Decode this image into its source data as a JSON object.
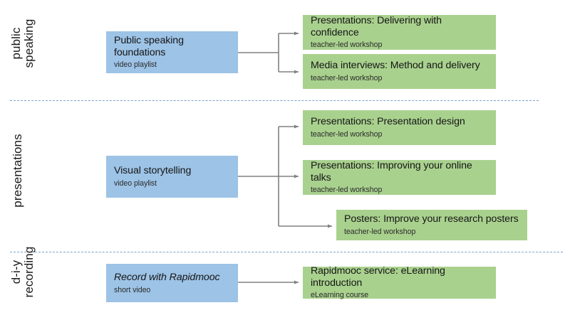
{
  "diagram": {
    "title_text": "",
    "colors": {
      "source_node": "#9dc3e6",
      "target_node": "#a9d18e",
      "divider": "#7da2d0",
      "connector": "#808080",
      "text": "#161616",
      "background": "#ffffff"
    },
    "sections": [
      {
        "id": "public-speaking",
        "label_lines": [
          "public",
          "speaking"
        ],
        "source": {
          "title": "Public speaking foundations",
          "subtitle": "video playlist",
          "italic": false
        },
        "targets": [
          {
            "title": "Presentations: Delivering with confidence",
            "subtitle": "teacher-led workshop"
          },
          {
            "title": "Media interviews: Method and delivery",
            "subtitle": "teacher-led workshop"
          }
        ]
      },
      {
        "id": "presentations",
        "label_lines": [
          "presentations"
        ],
        "source": {
          "title": "Visual storytelling",
          "subtitle": "video playlist",
          "italic": false
        },
        "targets": [
          {
            "title": "Presentations: Presentation design",
            "subtitle": "teacher-led workshop"
          },
          {
            "title": "Presentations: Improving your online talks",
            "subtitle": "teacher-led workshop"
          },
          {
            "title": "Posters: Improve your research posters",
            "subtitle": "teacher-led workshop"
          }
        ]
      },
      {
        "id": "diy-recording",
        "label_lines": [
          "d-i-y",
          "recording"
        ],
        "source": {
          "title": "Record with Rapidmooc",
          "subtitle": "short video",
          "italic": true
        },
        "targets": [
          {
            "title": "Rapidmooc service: eLearning introduction",
            "subtitle": "eLearning course"
          }
        ]
      }
    ]
  }
}
